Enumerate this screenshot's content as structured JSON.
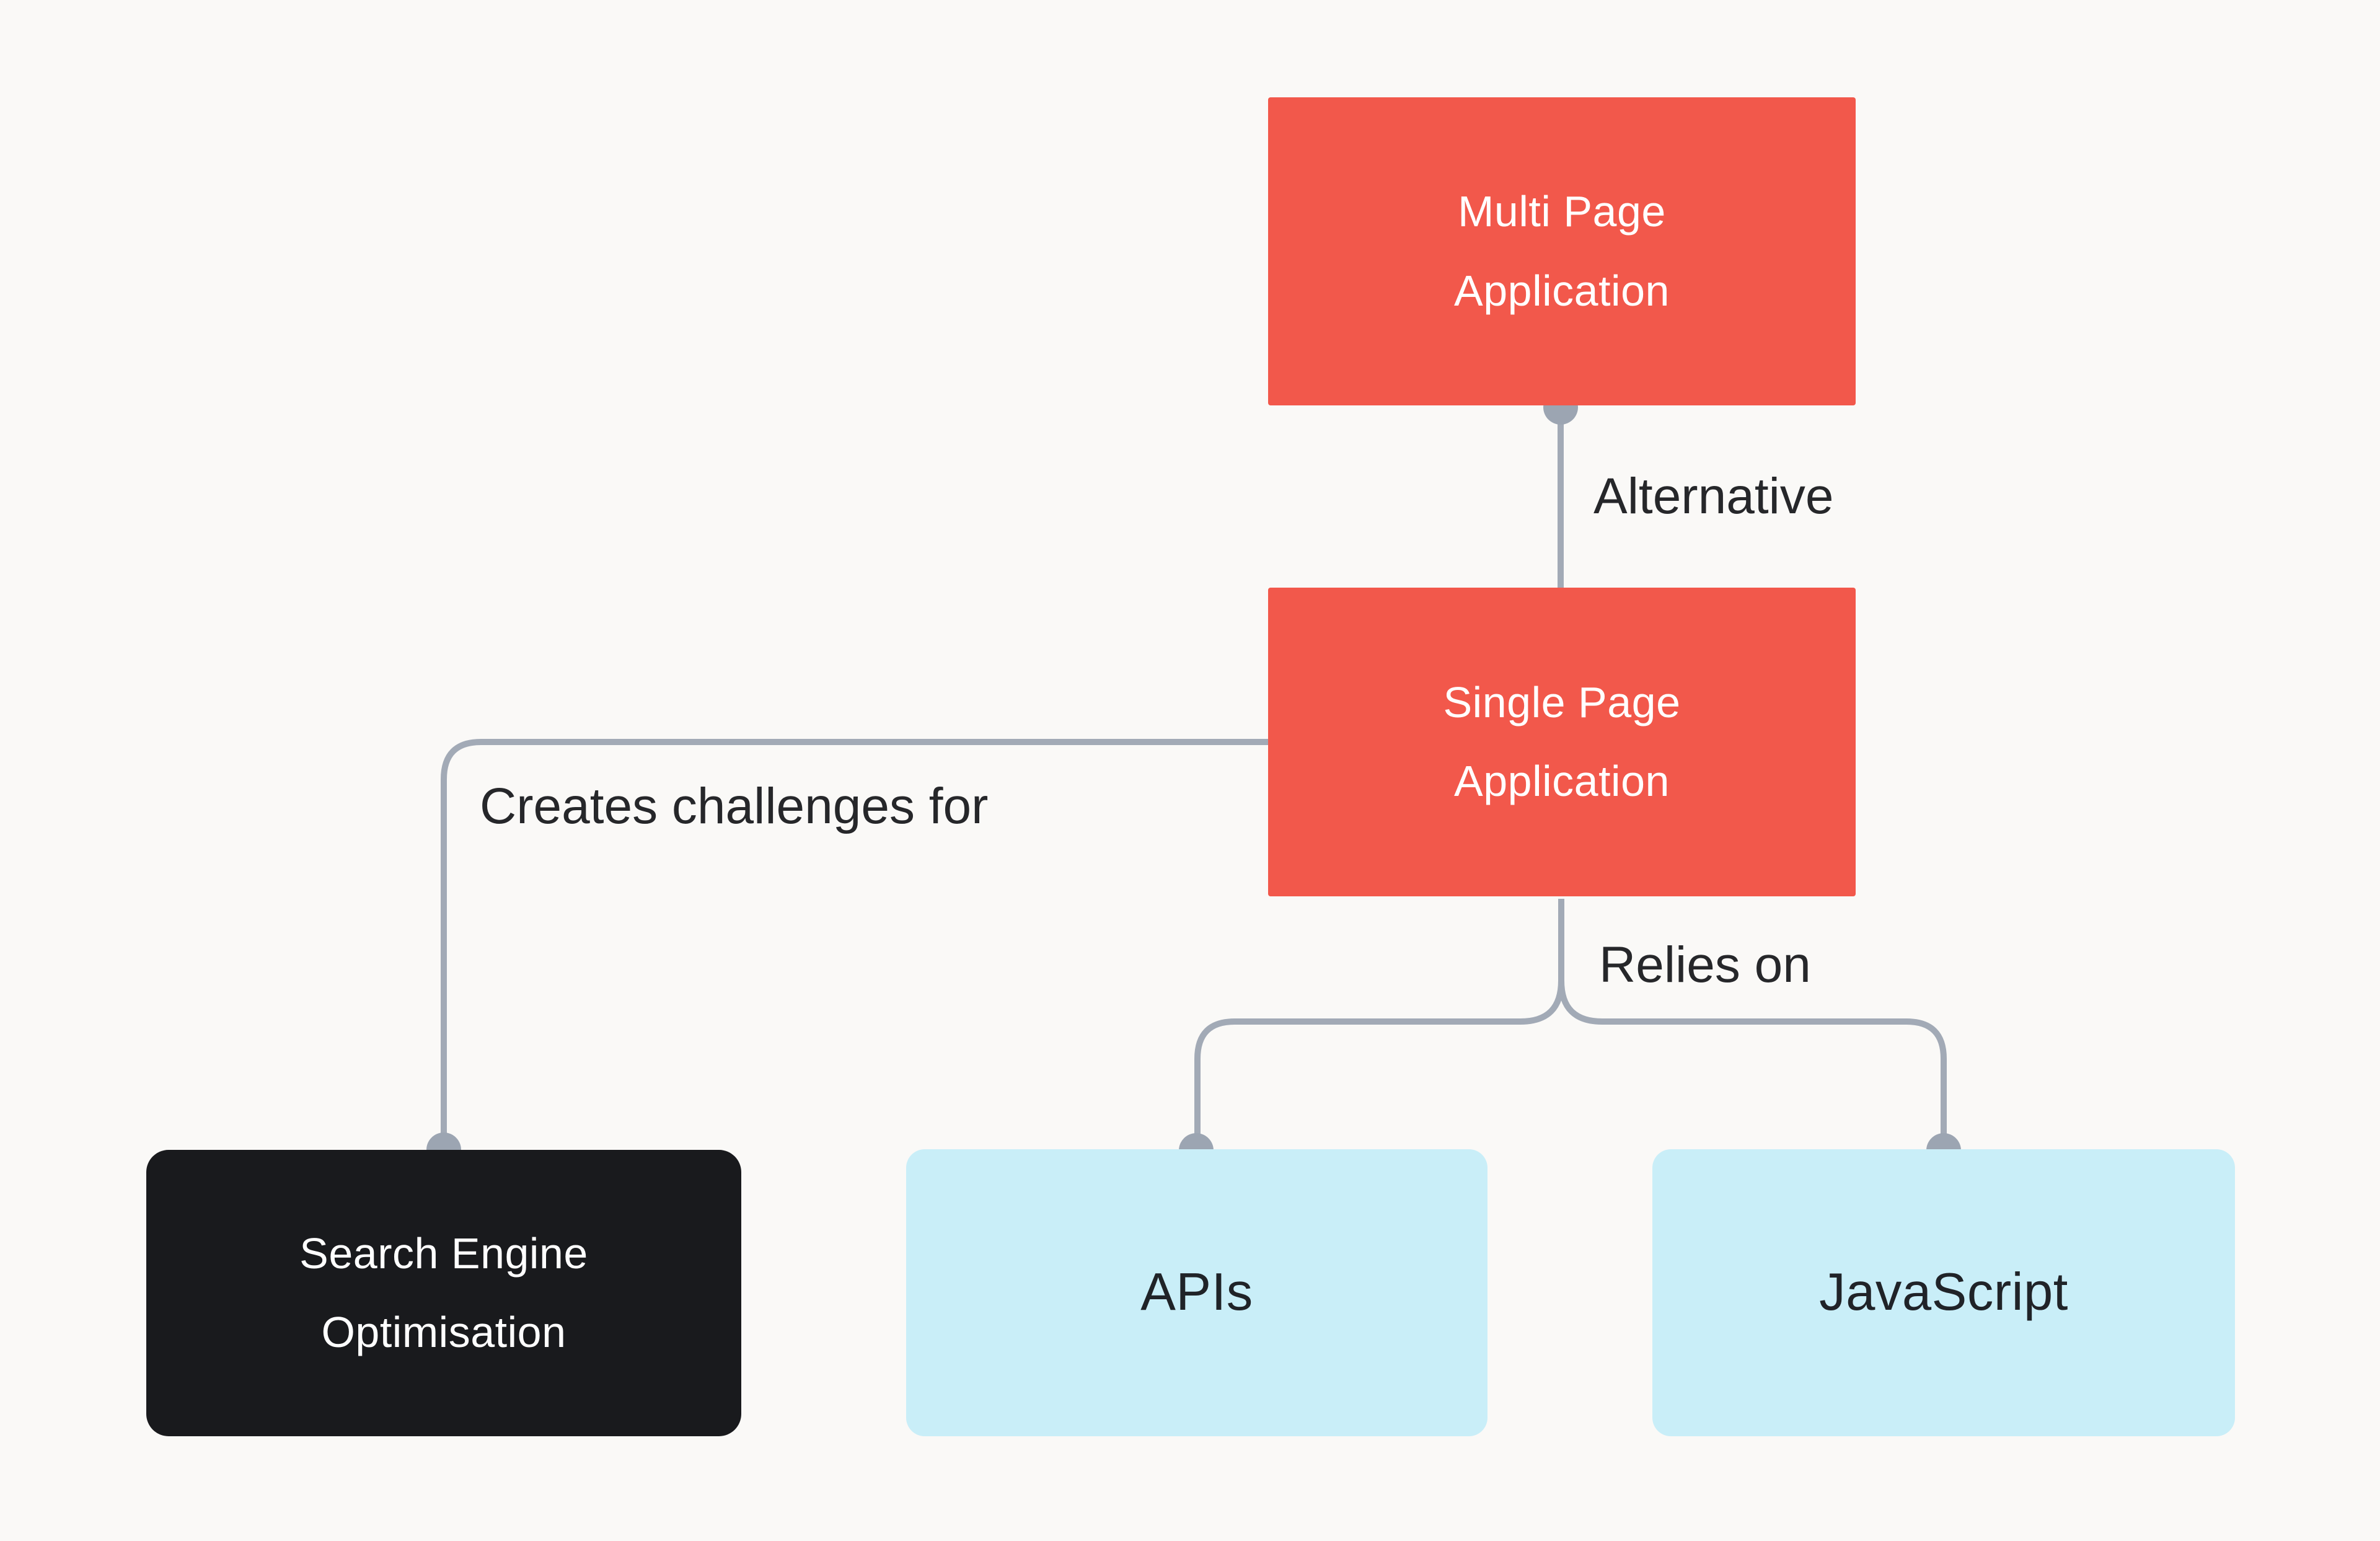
{
  "diagram": {
    "background_color": "#FAF9F7",
    "edge_color": "#A2AAB6",
    "connector_dot_color": "#9CA5B2",
    "nodes": [
      {
        "id": "multi-page-application",
        "label": "Multi Page Application",
        "color": "#F2584B",
        "text_color": "#FFFFFF"
      },
      {
        "id": "single-page-application",
        "label": "Single Page Application",
        "color": "#F2584B",
        "text_color": "#FFFFFF"
      },
      {
        "id": "search-engine-optimisation",
        "label": "Search Engine Optimisation",
        "color": "#191A1D",
        "text_color": "#FFFFFF"
      },
      {
        "id": "apis",
        "label": "APIs",
        "color": "#C9EEF8",
        "text_color": "#202328"
      },
      {
        "id": "javascript",
        "label": "JavaScript",
        "color": "#C9EEF8",
        "text_color": "#202328"
      }
    ],
    "edges": [
      {
        "label": "Alternative",
        "from": "multi-page-application",
        "to": "single-page-application"
      },
      {
        "label": "Creates challenges for",
        "from": "single-page-application",
        "to": "search-engine-optimisation"
      },
      {
        "label": "Relies on",
        "from": "single-page-application",
        "to": [
          "apis",
          "javascript"
        ]
      }
    ]
  }
}
